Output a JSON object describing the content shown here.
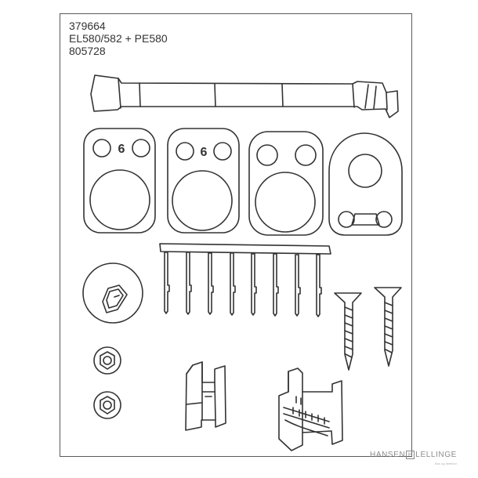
{
  "header": {
    "line1": "379664",
    "line2": "EL580/582 + PE580",
    "line3": "805728"
  },
  "plates": {
    "plate1_number": "6",
    "plate2_number": "6"
  },
  "brand": {
    "left": "HANSEN",
    "mark": "H",
    "right": "LELLINGE",
    "tagline": "Bas og detektor"
  },
  "colors": {
    "line": "#333333",
    "frame": "#5a5a5a",
    "brand": "#8c8c8c"
  }
}
